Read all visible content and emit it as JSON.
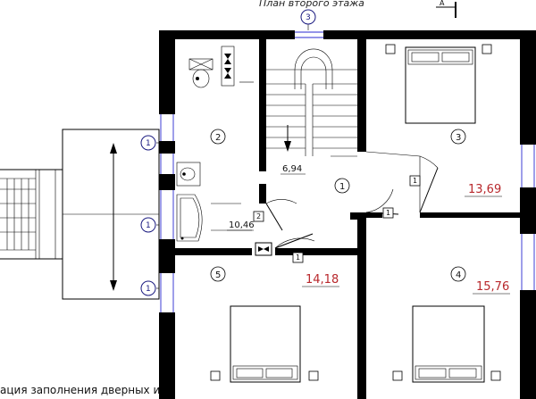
{
  "title": "План второго этажа",
  "section_mark": "А",
  "caption": "ация заполнения дверных и",
  "axis_top": "3",
  "axes_left": [
    "1",
    "1",
    "1"
  ],
  "rooms": [
    {
      "num": "1",
      "area": "6,94"
    },
    {
      "num": "2",
      "area": "10,46"
    },
    {
      "num": "3",
      "area": "13,69"
    },
    {
      "num": "4",
      "area": "15,76"
    },
    {
      "num": "5",
      "area": "14,18"
    }
  ],
  "door_tags": [
    "1",
    "1",
    "2",
    "1"
  ],
  "colors": {
    "wall": "#000000",
    "window": "#2a2ad0",
    "area_red": "#b8282c",
    "axis_blue": "#1a1a80"
  }
}
